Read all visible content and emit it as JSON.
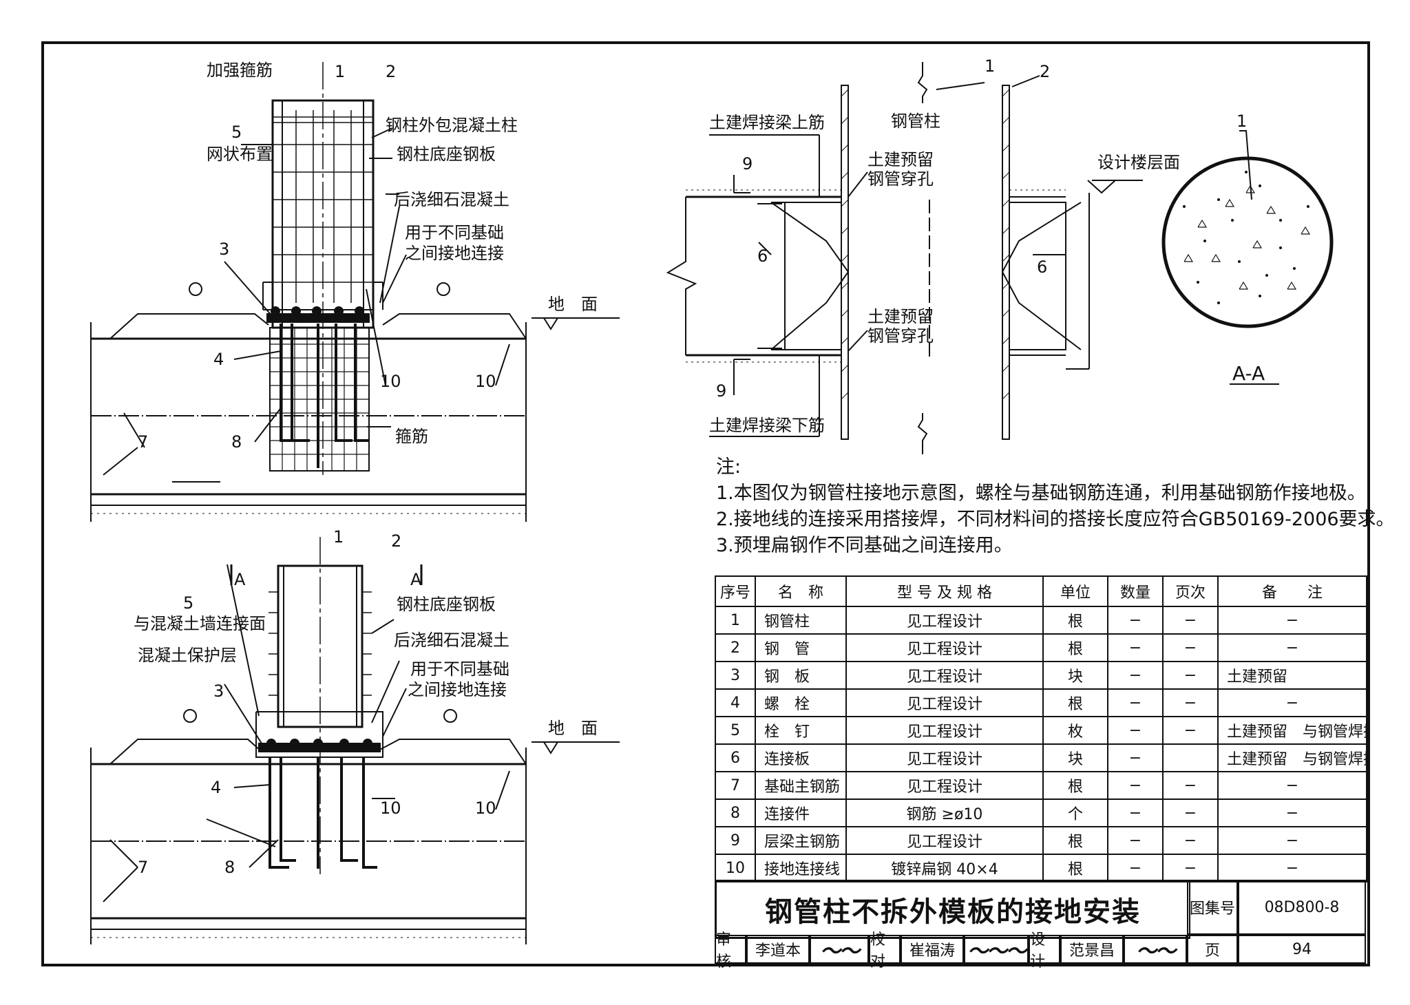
{
  "diagram_top": {
    "labels": {
      "n1": "1",
      "n2": "2",
      "n3": "3",
      "n4": "4",
      "n5": "5",
      "n7": "7",
      "n8": "8",
      "n10a": "10",
      "n10b": "10",
      "jiaqiang": "加强箍筋",
      "wangzhuang": "网状布置",
      "waibao": "钢柱外包混凝土柱",
      "dizuo": "钢柱底座钢板",
      "houjiao": "后浇细石混凝土",
      "yongyu1": "用于不同基础",
      "yongyu2": "之间接地连接",
      "dimian": "地　面",
      "guzhu": "箍筋"
    }
  },
  "diagram_bottom": {
    "labels": {
      "n1": "1",
      "n2": "2",
      "n3": "3",
      "n4": "4",
      "n5": "5",
      "n7": "7",
      "n8": "8",
      "n10a": "10",
      "n10b": "10",
      "secA1": "A",
      "secA2": "A",
      "lianjie": "与混凝土墙连接面",
      "baohu": "混凝土保护层",
      "dizuo": "钢柱底座钢板",
      "houjiao": "后浇细石混凝土",
      "yongyu1": "用于不同基础",
      "yongyu2": "之间接地连接",
      "dimian": "地　面"
    }
  },
  "diagram_right": {
    "labels": {
      "n1": "1",
      "n2": "2",
      "n6a": "6",
      "n6b": "6",
      "n9a": "9",
      "n9b": "9",
      "shangjin": "土建焊接梁上筋",
      "xiajin": "土建焊接梁下筋",
      "gangguanzhu": "钢管柱",
      "yuliu1a": "土建预留",
      "yuliu1b": "钢管穿孔",
      "yuliu2a": "土建预留",
      "yuliu2b": "钢管穿孔",
      "loucengmian": "设计楼层面"
    }
  },
  "section_aa": {
    "label_n1": "1",
    "caption": "A-A"
  },
  "notes": {
    "title": "注:",
    "items": [
      "1.本图仅为钢管柱接地示意图，螺栓与基础钢筋连通，利用基础钢筋作接地极。",
      "2.接地线的连接采用搭接焊，不同材料间的搭接长度应符合GB50169-2006要求。",
      "3.预埋扁钢作不同基础之间连接用。"
    ]
  },
  "table": {
    "headers": [
      "序号",
      "名　称",
      "型 号 及 规 格",
      "单位",
      "数量",
      "页次",
      "备　　注"
    ],
    "rows": [
      [
        "1",
        "钢管柱",
        "见工程设计",
        "根",
        "−",
        "−",
        "−"
      ],
      [
        "2",
        "钢　管",
        "见工程设计",
        "根",
        "−",
        "−",
        "−"
      ],
      [
        "3",
        "钢　板",
        "见工程设计",
        "块",
        "−",
        "−",
        "土建预留"
      ],
      [
        "4",
        "螺　栓",
        "见工程设计",
        "根",
        "−",
        "−",
        "−"
      ],
      [
        "5",
        "栓　钉",
        "见工程设计",
        "枚",
        "−",
        "−",
        "土建预留　与钢管焊接"
      ],
      [
        "6",
        "连接板",
        "见工程设计",
        "块",
        "−",
        "",
        "土建预留　与钢管焊接"
      ],
      [
        "7",
        "基础主钢筋",
        "见工程设计",
        "根",
        "−",
        "−",
        "−"
      ],
      [
        "8",
        "连接件",
        "钢筋 ≥ø10",
        "个",
        "−",
        "−",
        "−"
      ],
      [
        "9",
        "层梁主钢筋",
        "见工程设计",
        "根",
        "−",
        "−",
        "−"
      ],
      [
        "10",
        "接地连接线",
        "镀锌扁钢 40×4",
        "根",
        "−",
        "−",
        "−"
      ]
    ]
  },
  "title_block": {
    "title": "钢管柱不拆外模板的接地安装",
    "atlas_label": "图集号",
    "atlas_no": "08D800-8",
    "review_label": "审核",
    "reviewer": "李道本",
    "check_label": "校对",
    "checker": "崔福涛",
    "design_label": "设计",
    "designer": "范景昌",
    "page_label": "页",
    "page_no": "94"
  }
}
